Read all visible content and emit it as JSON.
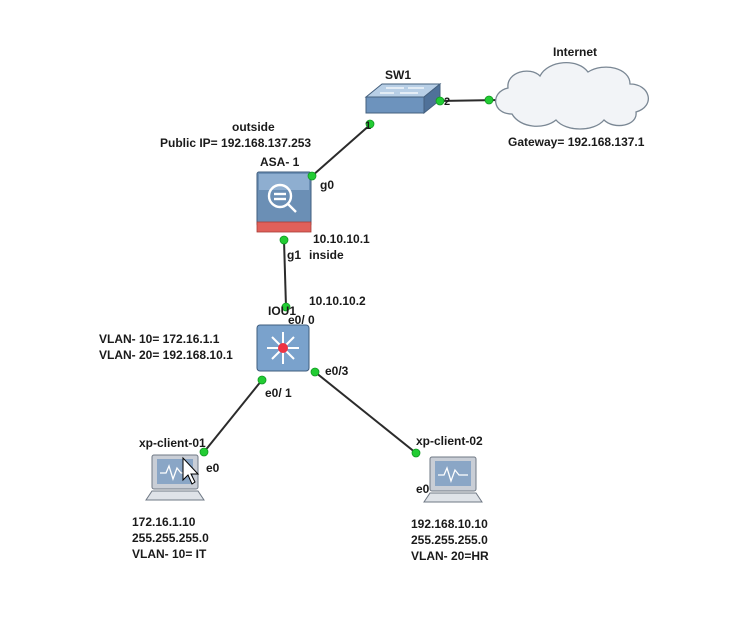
{
  "nodes": {
    "internet": {
      "label": "Internet",
      "gateway": "Gateway= 192.168.137.1"
    },
    "sw1": {
      "label": "SW1",
      "port_to_asa": "1",
      "port_to_internet": "2"
    },
    "asa": {
      "label": "ASA- 1",
      "outside_name": "outside",
      "outside_ip": "Public IP= 192.168.137.253",
      "port_g0": "g0",
      "port_g1": "g1",
      "inside_name": "inside",
      "inside_ip": "10.10.10.1"
    },
    "iou1": {
      "label": "IOU1",
      "port_e00": "e0/ 0",
      "ip": "10.10.10.2",
      "vlan10": "VLAN- 10= 172.16.1.1",
      "vlan20": "VLAN- 20= 192.168.10.1",
      "port_e01": "e0/ 1",
      "port_e03": "e0/3"
    },
    "client1": {
      "label": "xp-client-01",
      "port": "e0",
      "ip": "172.16.1.10",
      "mask": "255.255.255.0",
      "vlan": "VLAN- 10= IT"
    },
    "client2": {
      "label": "xp-client-02",
      "port": "e0",
      "ip": "192.168.10.10",
      "mask": "255.255.255.0",
      "vlan": "VLAN- 20=HR"
    }
  },
  "colors": {
    "link": "#2b2b2b",
    "port_dot": "#22cc33",
    "asa_body": "#6b8fb5",
    "asa_stripe": "#e0605a",
    "switch_body": "#7aa2cc",
    "cloud_fill": "#f2f4f7",
    "cloud_stroke": "#7a8794",
    "monitor": "#8aa6c6"
  }
}
